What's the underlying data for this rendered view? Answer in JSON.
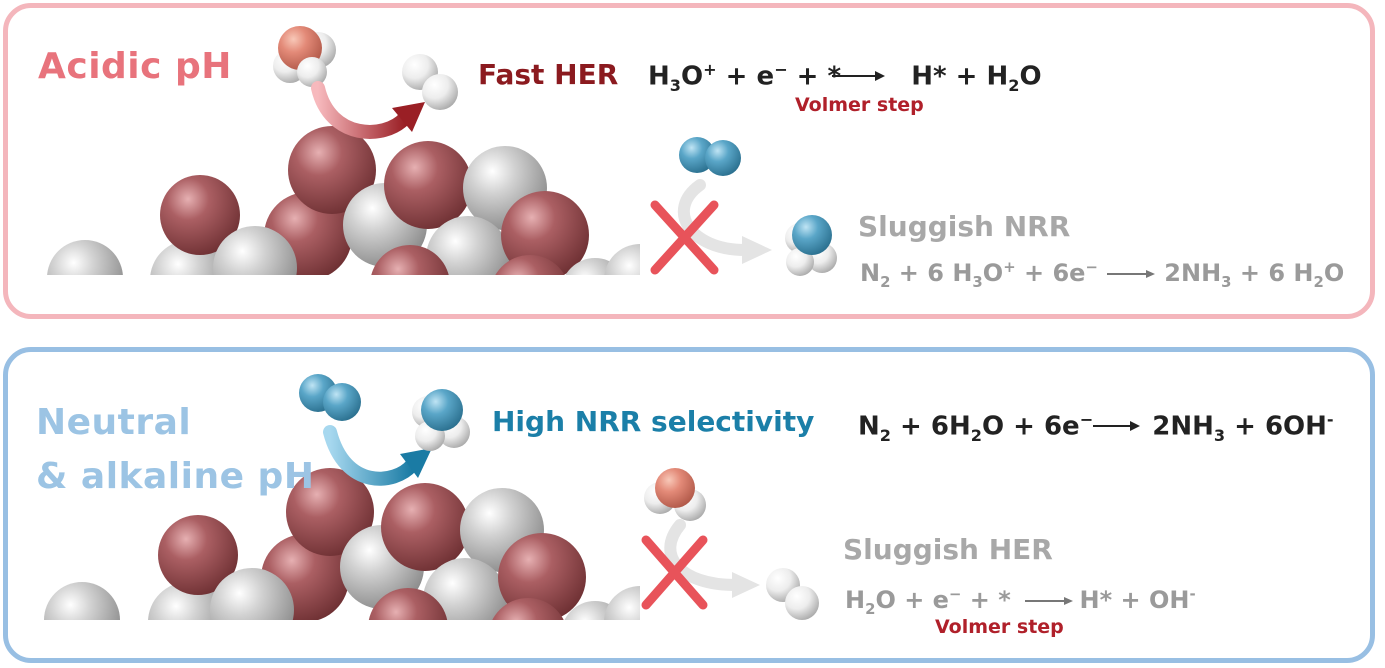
{
  "top": {
    "condition": "Acidic pH",
    "fast_label": "Fast HER",
    "eq1": {
      "r1": "H",
      "r1_sub": "3",
      "r1b": "O",
      "r1_sup": "+",
      "plus1": " + e",
      "e_sup": "−",
      "rest": " + * ",
      "p1": " H* + H",
      "p1_sub": "2",
      "p1b": "O"
    },
    "volmer": "Volmer step",
    "slow_label": "Sluggish NRR",
    "eq2": {
      "a": "N",
      "a_sub": "2",
      "b": " + 6 H",
      "b_sub": "3",
      "c": "O",
      "c_sup": "+",
      "d": " + 6e",
      "d_sup": "−",
      "e": " 2NH",
      "e_sub": "3",
      "f": " + 6 H",
      "f_sub": "2",
      "g": "O"
    }
  },
  "bottom": {
    "condition_line1": "Neutral",
    "condition_line2": "& alkaline pH",
    "fast_label": "High NRR selectivity",
    "eq1": {
      "a": "N",
      "a_sub": "2",
      "b": " + 6H",
      "b_sub": "2",
      "c": "O + 6e",
      "c_sup": "−",
      "d": " 2NH",
      "d_sub": "3",
      "e": " + 6OH",
      "e_sup": "-"
    },
    "slow_label": "Sluggish HER",
    "eq2": {
      "a": "H",
      "a_sub": "2",
      "b": "O + e",
      "b_sup": "−",
      "c": " + * ",
      "d": " H* + OH",
      "d_sup": "-"
    },
    "volmer": "Volmer step"
  },
  "colors": {
    "acid_border": "#f4b6bc",
    "neutral_border": "#98bfe3",
    "catalyst_red": "#a85a5e",
    "catalyst_gray": "#c8c8c8",
    "cross": "#e8535a"
  }
}
